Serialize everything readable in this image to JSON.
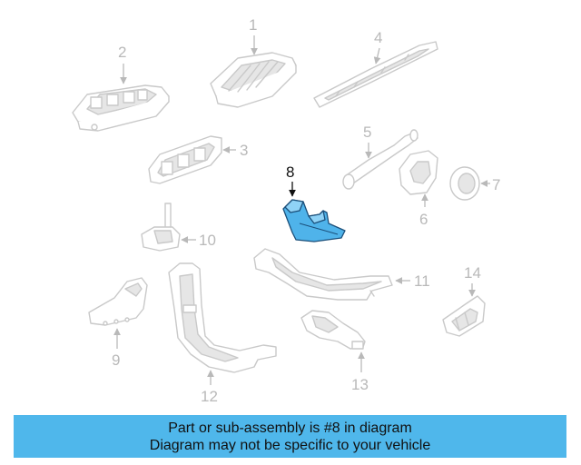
{
  "callouts": [
    "1",
    "2",
    "3",
    "4",
    "5",
    "6",
    "7",
    "8",
    "9",
    "10",
    "11",
    "12",
    "13",
    "14"
  ],
  "highlighted_part": "8",
  "highlight_color": "#4fb3ea",
  "banner": {
    "line1": "Part or sub-assembly is #8 in diagram",
    "line2": "Diagram may not be specific to your vehicle",
    "color": "#4fb7eb"
  }
}
